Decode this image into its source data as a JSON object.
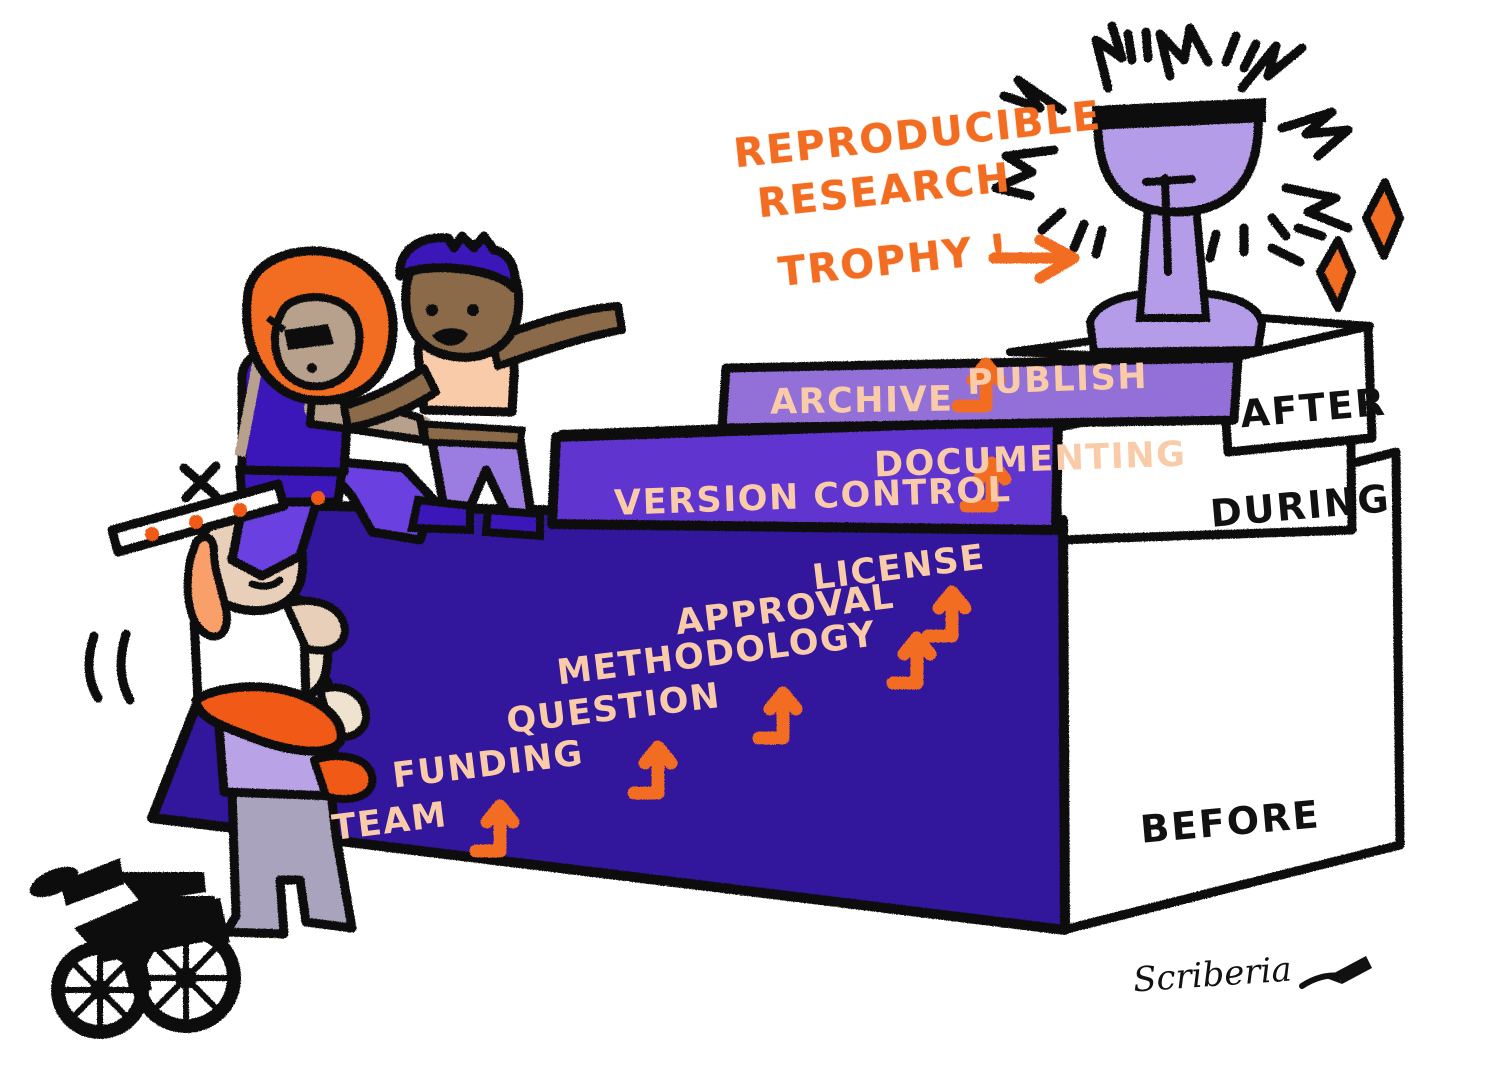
{
  "illustration": {
    "title_callout": {
      "lines": [
        "REPRODUCIBLE",
        "RESEARCH",
        "TROPHY !"
      ],
      "color": "#F26D21",
      "arrow_icon": "arrow-right-icon"
    },
    "trophy": {
      "name": "reproducible-research-trophy",
      "cup_color": "#B49CE8",
      "outline_color": "#111111",
      "sparkle_color": "#F26D21",
      "shine_icon": "radiating-shine-icon"
    },
    "podium": {
      "base_color": "#33139C",
      "middle_step_color": "#6135CF",
      "top_step_color": "#9370D8",
      "side_face_color": "#FFFFFF",
      "label_color": "#F9CBA8"
    },
    "side_labels": [
      {
        "text": "AFTER",
        "phase": "after"
      },
      {
        "text": "DURING",
        "phase": "during"
      },
      {
        "text": "BEFORE",
        "phase": "before"
      }
    ],
    "steps": [
      {
        "phase": "before",
        "face": "base-front",
        "items": [
          {
            "label": "TEAM",
            "arrow": "arrow-up-right-icon"
          },
          {
            "label": "FUNDING",
            "arrow": "arrow-up-right-icon"
          },
          {
            "label": "QUESTION",
            "arrow": "arrow-up-right-icon"
          },
          {
            "label": "METHODOLOGY",
            "arrow": "arrow-up-right-icon"
          },
          {
            "label": "APPROVAL",
            "arrow": "arrow-up-right-icon"
          },
          {
            "label": "LICENSE",
            "arrow": ""
          }
        ]
      },
      {
        "phase": "during",
        "face": "middle-step-front",
        "items": [
          {
            "label": "VERSION CONTROL",
            "arrow": "arrow-up-right-icon"
          },
          {
            "label": "DOCUMENTING",
            "arrow": ""
          }
        ]
      },
      {
        "phase": "after",
        "face": "top-step-front",
        "items": [
          {
            "label": "ARCHIVE",
            "arrow": "arrow-up-right-icon"
          },
          {
            "label": "PUBLISH",
            "arrow": ""
          }
        ]
      }
    ],
    "figures": [
      {
        "name": "climber-pointing",
        "description": "person with purple hair, crop top, lavender trousers, pointing forward",
        "hair_color": "#3B14B8",
        "skin_color": "#8A6A4A",
        "top_color": "#F9CBA8",
        "trousers_color": "#9B7BE0"
      },
      {
        "name": "climber-with-eyepatch",
        "description": "person with orange hair and eye patch wearing blue top being pulled up",
        "hair_color": "#F26D21",
        "skin_color": "#B7A08C",
        "top_color": "#3B14B8",
        "trousers_color": "#6B3FE0"
      },
      {
        "name": "lifter-white-top",
        "description": "person in white top with orange hair being boosted, boosting the climber",
        "hair_color": "#F9A06A",
        "skin_color": "#E7CFBA",
        "top_color": "#FFFFFF",
        "belt_color": "#F05A17"
      },
      {
        "name": "lifter-lavender-top",
        "description": "person in lavender top and grey trousers lifting the person above",
        "skin_color": "#EFE2CE",
        "top_color": "#B9A3E6",
        "trousers_color": "#A9A3BE"
      }
    ],
    "accessibility_props": [
      {
        "name": "white-cane",
        "description": "white cane with orange bands",
        "colors": [
          "#FFFFFF",
          "#F05A17"
        ]
      },
      {
        "name": "wheelchair",
        "description": "empty wheelchair silhouette at lower left",
        "color": "#111111"
      }
    ],
    "signature": {
      "text": "Scriberia",
      "pen_icon": "pen-nib-icon"
    }
  }
}
